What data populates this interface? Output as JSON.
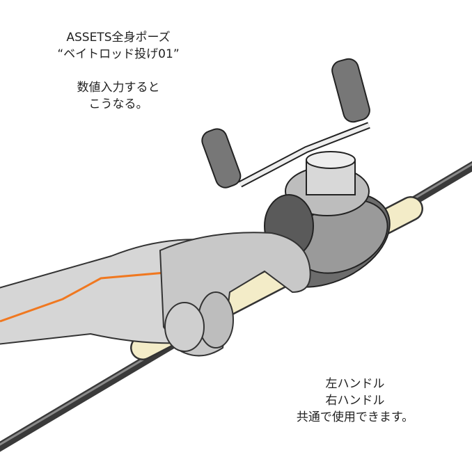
{
  "caption_top": {
    "line1": "ASSETS全身ポーズ",
    "line2": "“ベイトロッド投げ01”",
    "line3": "数値入力すると",
    "line4": "こうなる。"
  },
  "caption_bottom": {
    "line1": "左ハンドル",
    "line2": "右ハンドル",
    "line3": "共通で使用できます。"
  },
  "colors": {
    "arm_line": "#f07820",
    "cork": "#f3ecc8",
    "rod": "#555555",
    "skin": "#cfcfcf"
  }
}
